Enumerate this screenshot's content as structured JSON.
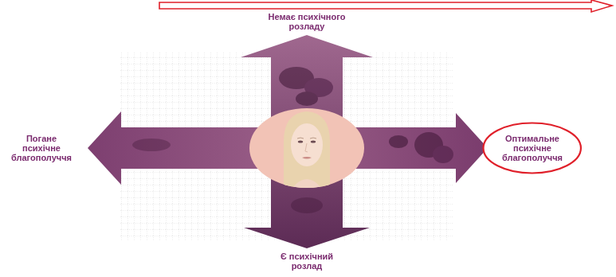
{
  "diagram": {
    "nodes": [
      {
        "text": [
          "Оптимальне психічне благополуччя"
        ]
      }
    ],
    "labels": [
      "Немає психічного розладу",
      "Погане психічне благополуччя",
      "Є психічний розлад"
    ]
  }
}
